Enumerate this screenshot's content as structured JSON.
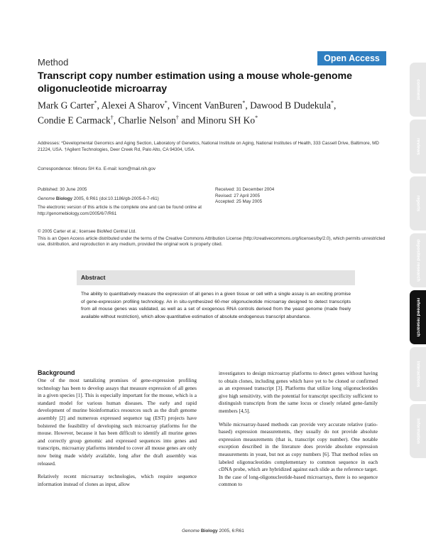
{
  "header": {
    "section": "Method",
    "badge": "Open Access",
    "title": "Transcript copy number estimation using a mouse whole-genome oligonucleotide microarray"
  },
  "authors": [
    {
      "name": "Mark G Carter",
      "sup": "*",
      "sep": ", "
    },
    {
      "name": "Alexei A Sharov",
      "sup": "*",
      "sep": ", "
    },
    {
      "name": "Vincent VanBuren",
      "sup": "*",
      "sep": ", "
    },
    {
      "name": "Dawood B Dudekula",
      "sup": "*",
      "sep": ", "
    },
    {
      "name": "Condie E Carmack",
      "sup": "†",
      "sep": ", "
    },
    {
      "name": "Charlie Nelson",
      "sup": "†",
      "sep": " and "
    },
    {
      "name": "Minoru SH Ko",
      "sup": "*",
      "sep": ""
    }
  ],
  "meta": {
    "addresses": "Addresses: *Developmental Genomics and Aging Section, Laboratory of Genetics, National Institute on Aging, National Institutes of Health, 333 Cassell Drive, Baltimore, MD 21224, USA. †Agilent Technologies, Deer Creek Rd, Palo Alto, CA 94304, USA.",
    "correspondence": "Correspondence: Minoru SH Ko. E-mail: kom@mail.nih.gov",
    "published": "Published: 30 June 2005",
    "citation_journal_a": "Genome",
    "citation_journal_b": "Biology",
    "citation_rest": " 2005, 6:R61 (doi:10.1186/gb-2005-6-7-r61)",
    "electronic": "The electronic version of this article is the complete one and can be found online at http://genomebiology.com/2005/6/7/R61",
    "received": "Received: 31 December 2004",
    "revised": "Revised: 27 April 2005",
    "accepted": "Accepted: 25 May 2005",
    "copyright": "© 2005 Carter et al.; licensee BioMed Central Ltd.",
    "license": "This is an Open Access article distributed under the terms of the Creative Commons Attribution License (http://creativecommons.org/licenses/by/2.0), which permits unrestricted use, distribution, and reproduction in any medium, provided the original work is properly cited."
  },
  "abstract": {
    "heading": "Abstract",
    "text": "The ability to quantitatively measure the expression of all genes in a given tissue or cell with a single assay is an exciting promise of gene-expression profiling technology. An in situ-synthesized 60-mer oligonucleotide microarray designed to detect transcripts from all mouse genes was validated, as well as a set of exogenous RNA controls derived from the yeast genome (made freely available without restriction), which allow quantitative estimation of absolute endogenous transcript abundance."
  },
  "body": {
    "heading": "Background",
    "left_p1": "One of the most tantalizing promises of gene-expression profiling technology has been to develop assays that measure expression of all genes in a given species [1]. This is especially important for the mouse, which is a standard model for various human diseases. The early and rapid development of murine bioinformatics resources such as the draft genome assembly [2] and numerous expressed sequence tag (EST) projects have bolstered the feasibility of developing such microarray platforms for the mouse. However, because it has been difficult to identify all murine genes and correctly group genomic and expressed sequences into genes and transcripts, microarray platforms intended to cover all mouse genes are only now being made widely available, long after the draft assembly was released.",
    "left_p2": "Relatively recent microarray technologies, which require sequence information instead of clones as input, allow",
    "right_p1": "investigators to design microarray platforms to detect genes without having to obtain clones, including genes which have yet to be cloned or confirmed as an expressed transcript [3]. Platforms that utilize long oligonucleotides give high sensitivity, with the potential for transcript specificity sufficient to distinguish transcripts from the same locus or closely related gene-family members [4,5].",
    "right_p2": "While microarray-based methods can provide very accurate relative (ratio-based) expression measurements, they usually do not provide absolute expression measurements (that is, transcript copy number). One notable exception described in the literature does provide absolute expression measurements in yeast, but not as copy numbers [6]. That method relies on labeled oligonucleotides complementary to common sequence in each cDNA probe, which are hybridized against each slide as the reference target. In the case of long-oligonucleotide-based microarrays, there is no sequence common to"
  },
  "footer": {
    "journal_a": "Genome",
    "journal_b": "Biology",
    "rest": " 2005, 6:R61"
  },
  "sidebar": {
    "tabs": [
      {
        "label": "comment"
      },
      {
        "label": "reviews"
      },
      {
        "label": "reports"
      },
      {
        "label": "deposited research"
      },
      {
        "label": "refereed research"
      },
      {
        "label": "interactions"
      },
      {
        "label": "information"
      }
    ],
    "active_index": 4
  }
}
